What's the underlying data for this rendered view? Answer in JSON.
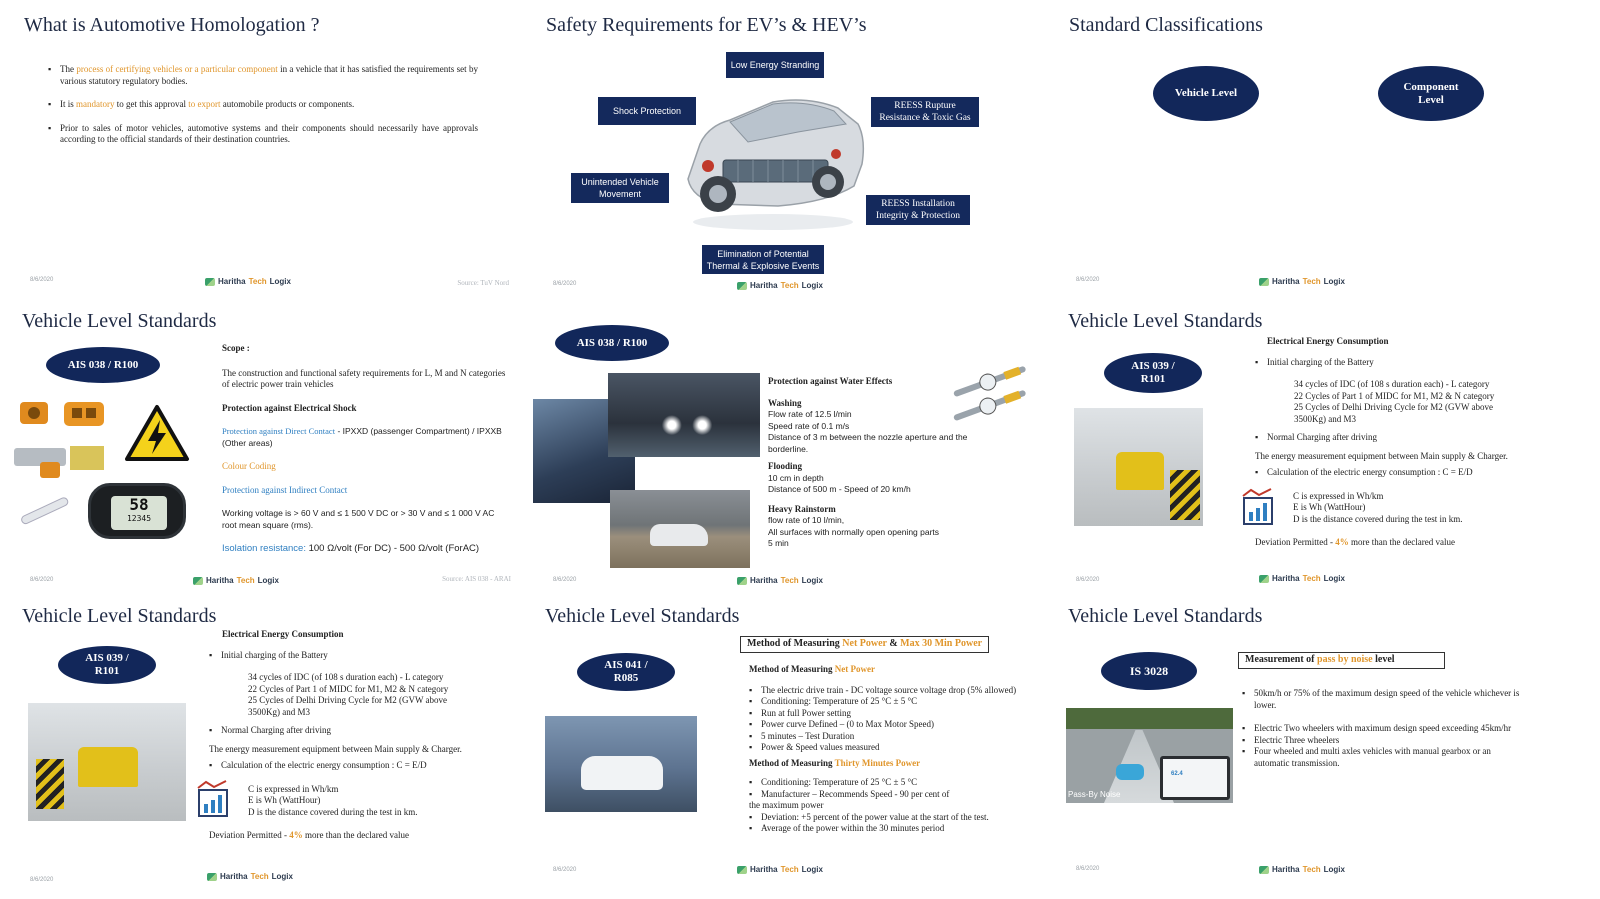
{
  "common": {
    "date": "8/6/2020",
    "logo": {
      "a": "Haritha",
      "b": "Tech",
      "c": "Logix"
    }
  },
  "s1": {
    "title": "What is Automotive Homologation ?",
    "b1": {
      "a": "The ",
      "b": "process of certifying vehicles or a particular component",
      "c": " in a vehicle that it has satisfied the requirements set by various statutory regulatory bodies."
    },
    "b2": {
      "a": "It is ",
      "b": "mandatory",
      "c": " to get this approval ",
      "d": "to export",
      "e": " automobile products or components."
    },
    "b3": "Prior to sales of motor vehicles, automotive systems and their components should necessarily have approvals according to the official standards of their destination countries.",
    "source": "Source: TuV Nord"
  },
  "s2": {
    "title": "Safety Requirements for EV’s & HEV’s",
    "boxes": {
      "low": "Low Energy Stranding",
      "shock": "Shock Protection",
      "reess": "REESS Rupture Resistance & Toxic Gas",
      "unint": "Unintended Vehicle Movement",
      "install": "REESS Installation Integrity & Protection",
      "elim": "Elimination of Potential Thermal & Explosive Events"
    }
  },
  "s3": {
    "title": "Standard Classifications",
    "v": "Vehicle Level",
    "c": "Component Level"
  },
  "s4": {
    "title": "Vehicle Level Standards",
    "oval": "AIS 038 / R100",
    "scope_h": "Scope :",
    "scope": "The construction and functional safety requirements for L, M and N categories of electric power train vehicles",
    "elec_h": "Protection against Electrical Shock",
    "direct_a": "Protection against Direct Contact",
    "direct_b": " - IPXXD (passenger Compartment) / IPXXB  (Other areas)",
    "colour": "Colour Coding",
    "indirect": "Protection against Indirect Contact",
    "working": "Working voltage is > 60 V and ≤ 1 500 V DC or > 30 V and ≤ 1 000 V AC root mean square (rms).",
    "iso_a": "Isolation resistance:",
    "iso_b": "  100 Ω/volt (For DC) - 500 Ω/volt (ForAC)",
    "meter_big": "58",
    "meter_small": "12345",
    "source": "Source: AIS 038 - ARAI"
  },
  "s5": {
    "oval": "AIS 038 / R100",
    "water_h": "Protection against Water Effects",
    "washing_h": "Washing",
    "washing": [
      "Flow rate of 12.5 l/min",
      "Speed rate of 0.1 m/s",
      "Distance of 3 m between the nozzle aperture and the borderline."
    ],
    "flood_h": "Flooding",
    "flood": [
      "10 cm in depth",
      "Distance of 500 m - Speed of 20 km/h"
    ],
    "rain_h": "Heavy Rainstorm",
    "rain": [
      "flow rate of 10 l/min,",
      "All surfaces with normally open opening parts",
      "5 min"
    ]
  },
  "s6": {
    "title": "Vehicle Level Standards",
    "oval": "AIS 039 / R101",
    "heading": "Electrical Energy Consumption",
    "b1": "Initial charging of the Battery",
    "cycles": [
      "34 cycles of IDC (of 108 s duration each) - L category",
      "22 Cycles of Part 1 of MIDC for M1, M2 & N category",
      "25 Cycles of Delhi Driving Cycle for M2 (GVW above 3500Kg) and M3"
    ],
    "b2": "Normal Charging after driving",
    "measure": "The energy measurement equipment between Main supply & Charger.",
    "b3": "Calculation of the electric energy consumption :  C = E/D",
    "defs": [
      "C is expressed in Wh/km",
      "E is Wh (WattHour)",
      "D is the distance covered during the test in km."
    ],
    "dev_a": "Deviation Permitted - ",
    "dev_b": "4%",
    "dev_c": " more than the declared value"
  },
  "s8": {
    "title": "Vehicle Level Standards",
    "oval": "AIS 041 / R085",
    "box_a": "Method of Measuring ",
    "box_b": "Net Power",
    "box_c": " & ",
    "box_d": "Max 30 Min Power",
    "h1_a": "Method of Measuring ",
    "h1_b": "Net Power",
    "list1": [
      "The electric drive train -  DC voltage source  voltage drop (5% allowed)",
      "Conditioning: Temperature of 25 °C ± 5 °C",
      "Run at full Power setting",
      "Power curve Defined – (0 to Max Motor Speed)",
      "5 minutes – Test Duration",
      "Power &  Speed values measured"
    ],
    "h2_a": "Method of Measuring ",
    "h2_b": "Thirty Minutes Power",
    "list2": [
      "Conditioning: Temperature of 25 °C ± 5 °C",
      "Manufacturer – Recommends Speed - 90 per cent of"
    ],
    "cont": "the maximum power",
    "list3": [
      "Deviation: +5 percent of the power value at the start of the test.",
      "Average of the power within the 30 minutes period"
    ]
  },
  "s9": {
    "title": "Vehicle Level Standards",
    "oval": "IS 3028",
    "box_a": "Measurement of ",
    "box_b": "pass by noise",
    "box_c": " level",
    "list1": [
      "50km/h or 75% of the maximum design speed of the vehicle whichever is lower."
    ],
    "list2": [
      "Electric Two wheelers with maximum design speed exceeding 45km/hr",
      "Electric Three wheelers",
      "Four wheeled and multi axles vehicles with manual gearbox or an automatic transmission."
    ],
    "photo_label": "Pass-By Noise",
    "screen_val": "62.4"
  }
}
